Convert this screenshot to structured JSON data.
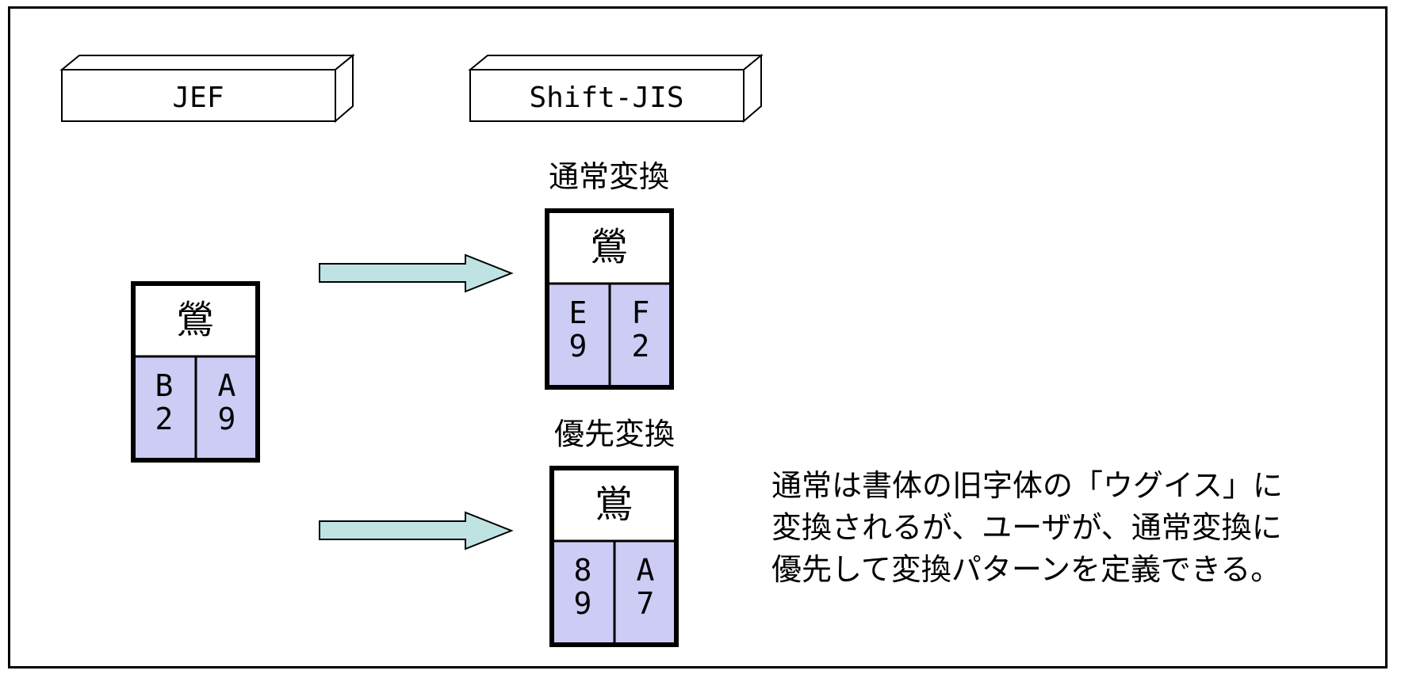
{
  "headers": {
    "left": "JEF",
    "right": "Shift-JIS"
  },
  "source_char": {
    "glyph": "鶯",
    "byte1": {
      "top": "B",
      "bottom": "2"
    },
    "byte2": {
      "top": "A",
      "bottom": "9"
    }
  },
  "normal_conversion": {
    "title": "通常変換",
    "glyph": "鶯",
    "byte1": {
      "top": "E",
      "bottom": "9"
    },
    "byte2": {
      "top": "F",
      "bottom": "2"
    }
  },
  "priority_conversion": {
    "title": "優先変換",
    "glyph": "鴬",
    "byte1": {
      "top": "8",
      "bottom": "9"
    },
    "byte2": {
      "top": "A",
      "bottom": "7"
    }
  },
  "note": {
    "line1": "通常は書体の旧字体の「ウグイス」に",
    "line2": "変換されるが、ユーザが、通常変換に",
    "line3": "優先して変換パターンを定義できる。"
  },
  "colors": {
    "code_cell": "#ccccf5",
    "arrow_fill": "#bfe3e3",
    "outline": "#000000"
  }
}
